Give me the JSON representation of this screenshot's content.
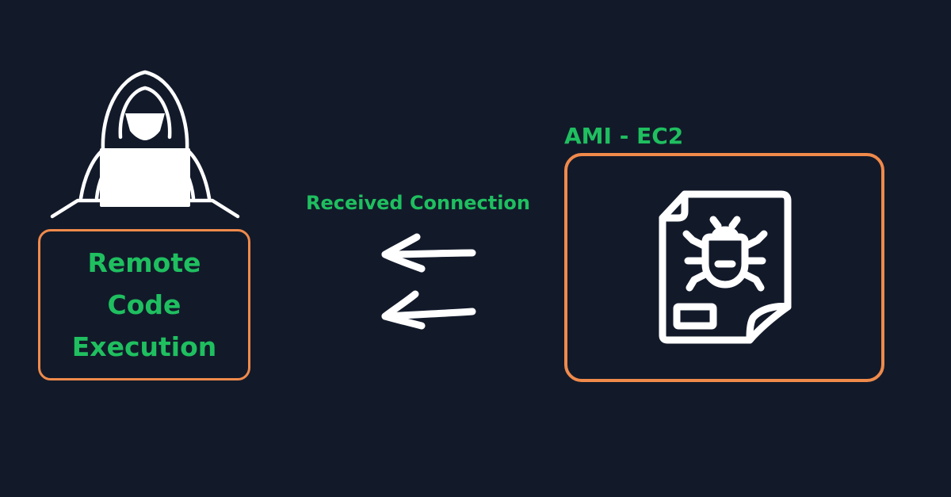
{
  "colors": {
    "background": "#121a2a",
    "accent_border": "#f08a4b",
    "label_green": "#1fbf5f",
    "icon_white": "#ffffff"
  },
  "attacker": {
    "icon": "hooded-hacker-laptop-icon",
    "label": "Remote\nCode\nExecution"
  },
  "connection": {
    "label": "Received Connection",
    "arrows": [
      "left-arrow",
      "left-arrow"
    ]
  },
  "target": {
    "label": "AMI - EC2",
    "icon": "malware-file-bug-icon"
  }
}
